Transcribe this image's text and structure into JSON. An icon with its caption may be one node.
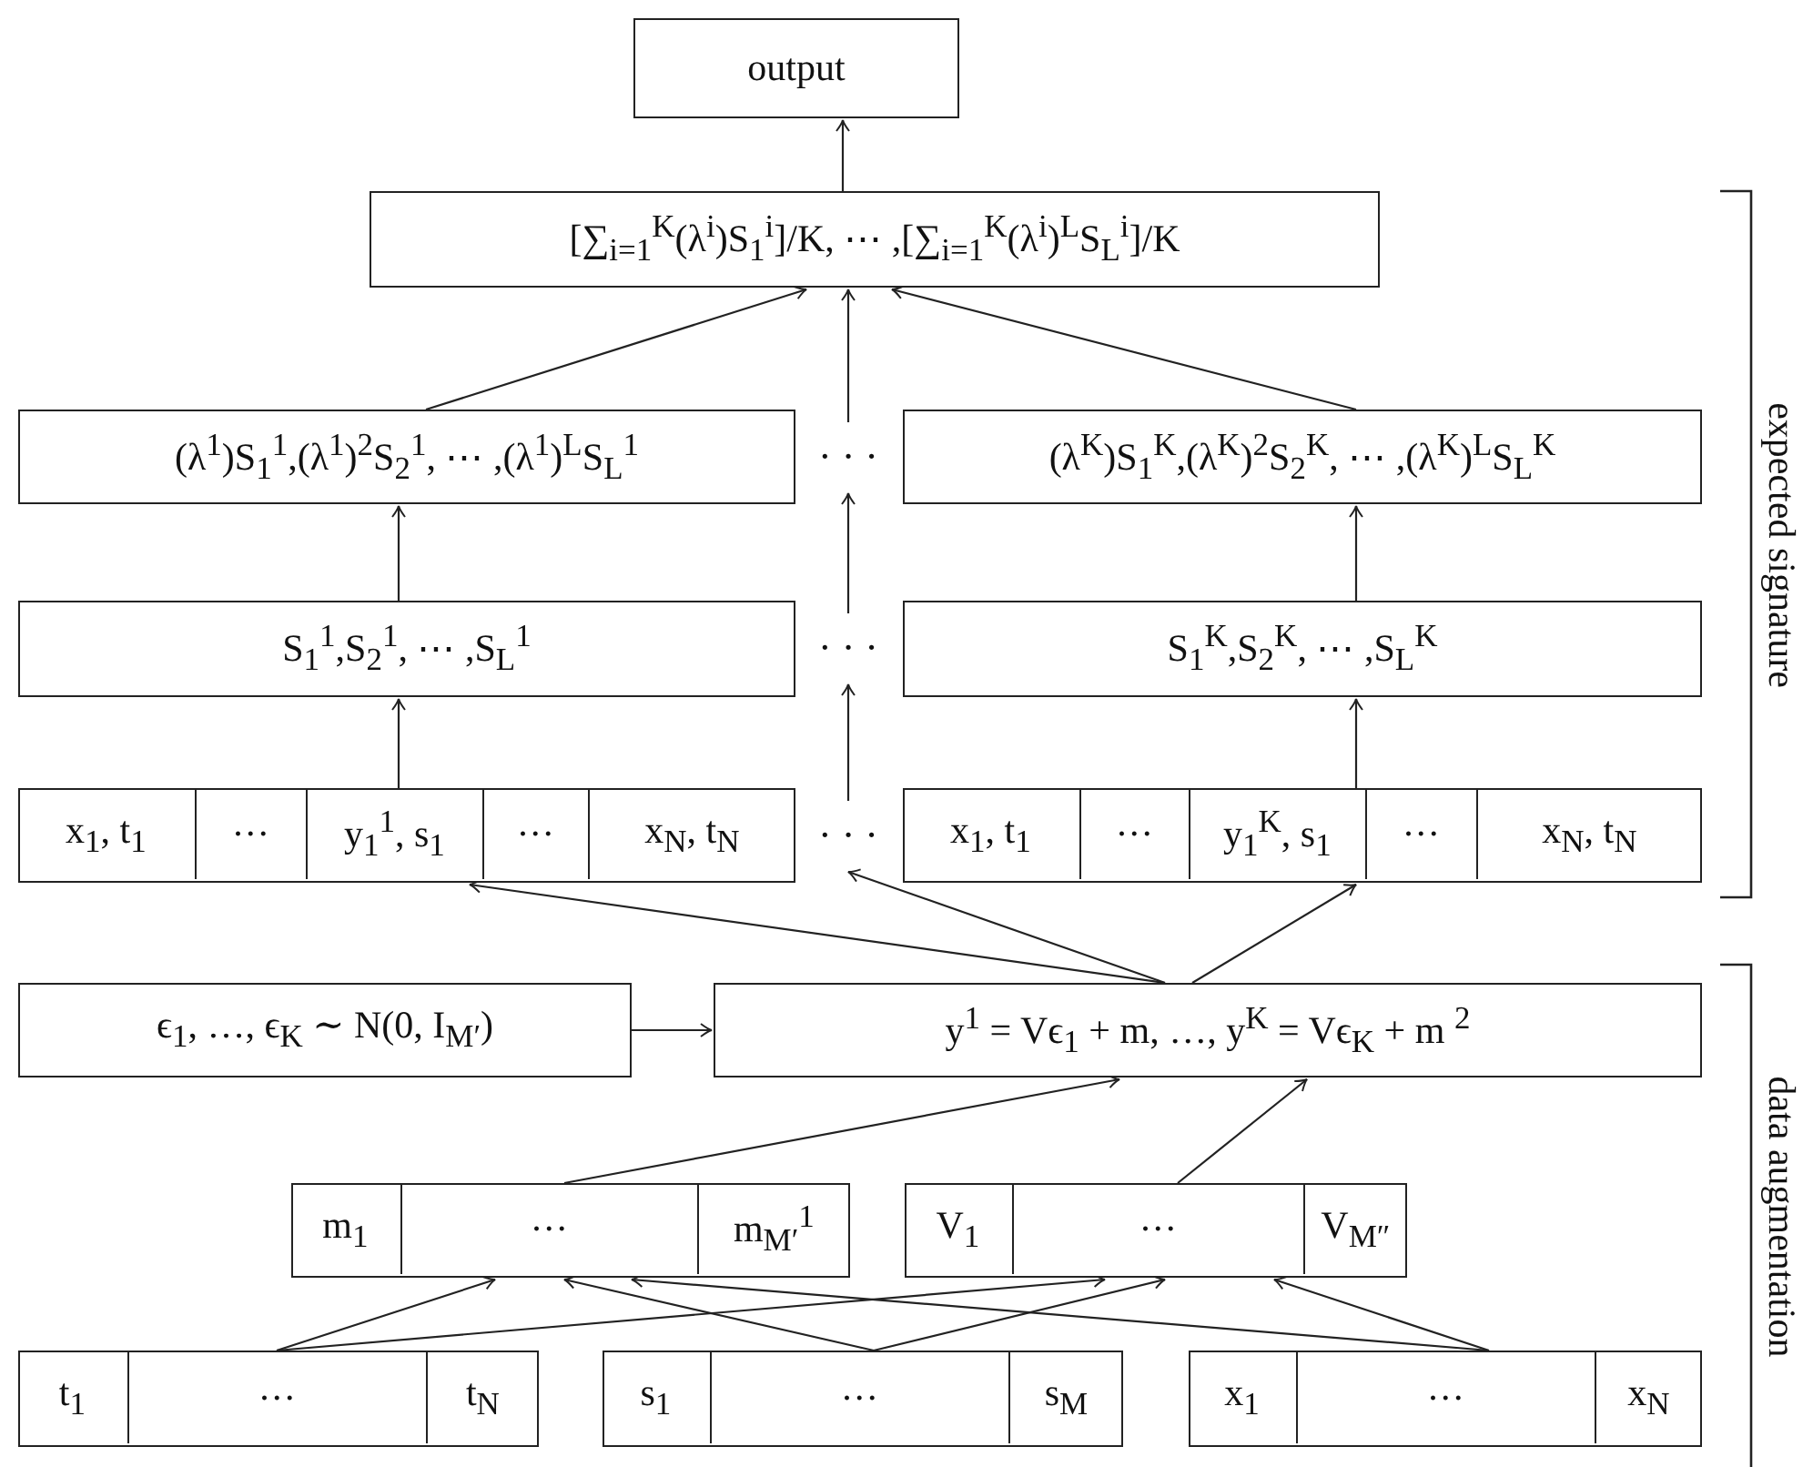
{
  "diagram": {
    "nodes": [
      {
        "text": [
          "output"
        ]
      },
      {
        "text": [
          "[∑$_{i=1}$$^{K}$(λ$^{i}$)S$_{1}$$^{i}$]/K, ⋯ ,[∑$_{i=1}$$^{K}$(λ$^{i}$)$^{L}$S$_{L}$$^{i}$]/K"
        ]
      },
      {
        "text": [
          "(λ$^{1}$)S$_{1}$$^{1}$,(λ$^{1}$)$^{2}$S$_{2}$$^{1}$, ⋯ ,(λ$^{1}$)$^{L}$S$_{L}$$^{1}$"
        ]
      },
      {
        "text": [
          "· · ·"
        ]
      },
      {
        "text": [
          "(λ$^{K}$)S$_{1}$$^{K}$,(λ$^{K}$)$^{2}$S$_{2}$$^{K}$, ⋯ ,(λ$^{K}$)$^{L}$S$_{L}$$^{K}$"
        ]
      },
      {
        "text": [
          "S$_{1}$$^{1}$,S$_{2}$$^{1}$, ⋯ ,S$_{L}$$^{1}$"
        ]
      },
      {
        "text": [
          "· · ·"
        ]
      },
      {
        "text": [
          "S$_{1}$$^{K}$,S$_{2}$$^{K}$, ⋯ ,S$_{L}$$^{K}$"
        ]
      },
      {
        "text": [],
        "shape": "box"
      },
      {
        "text": [
          "x$_{1}$, t$_{1}$"
        ],
        "in": 8
      },
      {
        "text": [
          "···"
        ],
        "in": 8
      },
      {
        "text": [
          "y$_{1}$$^{1}$, s$_{1}$"
        ],
        "in": 8
      },
      {
        "text": [
          "···"
        ],
        "in": 8
      },
      {
        "text": [
          "x$_{N}$, t$_{N}$"
        ],
        "in": 8
      },
      {
        "text": [
          "· · ·"
        ]
      },
      {
        "text": [],
        "shape": "box"
      },
      {
        "text": [
          "x$_{1}$, t$_{1}$"
        ],
        "in": 15
      },
      {
        "text": [
          "···"
        ],
        "in": 15
      },
      {
        "text": [
          "y$_{1}$$^{K}$, s$_{1}$"
        ],
        "in": 15
      },
      {
        "text": [
          "···"
        ],
        "in": 15
      },
      {
        "text": [
          "x$_{N}$, t$_{N}$"
        ],
        "in": 15
      },
      {
        "text": [
          "ϵ$_{1}$, …, ϵ$_{K}$ ∼ N(0, I$_{M′}$)"
        ]
      },
      {
        "text": [
          "y$^{1}$ = Vϵ$_{1}$ + m, …, y$^{K}$ = Vϵ$_{K}$ + m $^{2}$"
        ]
      },
      {
        "text": [],
        "shape": "box"
      },
      {
        "text": [
          "m$_{1}$"
        ],
        "in": 23
      },
      {
        "text": [
          "···"
        ],
        "in": 23
      },
      {
        "text": [
          "m$_{M′}$$^{1}$"
        ],
        "in": 23
      },
      {
        "text": [],
        "shape": "box"
      },
      {
        "text": [
          "V$_{1}$"
        ],
        "in": 27
      },
      {
        "text": [
          "···"
        ],
        "in": 27
      },
      {
        "text": [
          "V$_{M″}$"
        ],
        "in": 27
      },
      {
        "text": [],
        "shape": "box"
      },
      {
        "text": [
          "t$_{1}$"
        ],
        "in": 31
      },
      {
        "text": [
          "···"
        ],
        "in": 31
      },
      {
        "text": [
          "t$_{N}$"
        ],
        "in": 31
      },
      {
        "text": [],
        "shape": "box"
      },
      {
        "text": [
          "s$_{1}$"
        ],
        "in": 35
      },
      {
        "text": [
          "···"
        ],
        "in": 35
      },
      {
        "text": [
          "s$_{M}$"
        ],
        "in": 35
      },
      {
        "text": [],
        "shape": "box"
      },
      {
        "text": [
          "x$_{1}$"
        ],
        "in": 39
      },
      {
        "text": [
          "···"
        ],
        "in": 39
      },
      {
        "text": [
          "x$_{N}$"
        ],
        "in": 39
      }
    ],
    "edges": [
      {
        "from": 1,
        "to": 0,
        "arrow": "to"
      },
      {
        "from": 2,
        "to": 1,
        "arrow": "to"
      },
      {
        "from": 3,
        "to": 1,
        "arrow": "to"
      },
      {
        "from": 4,
        "to": 1,
        "arrow": "to"
      },
      {
        "from": 5,
        "to": 2,
        "arrow": "to"
      },
      {
        "from": 6,
        "to": 3,
        "arrow": "to"
      },
      {
        "from": 7,
        "to": 4,
        "arrow": "to"
      },
      {
        "from": 11,
        "to": 5,
        "arrow": "to"
      },
      {
        "from": 14,
        "to": 6,
        "arrow": "to"
      },
      {
        "from": 18,
        "to": 7,
        "arrow": "to"
      },
      {
        "from": 22,
        "to": 8,
        "arrow": "to"
      },
      {
        "from": 22,
        "to": 14,
        "arrow": "to"
      },
      {
        "from": 22,
        "to": 15,
        "arrow": "to"
      },
      {
        "from": 21,
        "to": 22,
        "arrow": "to"
      },
      {
        "from": 23,
        "to": 22,
        "arrow": "to"
      },
      {
        "from": 27,
        "to": 22,
        "arrow": "to"
      },
      {
        "from": 31,
        "to": 23,
        "arrow": "to"
      },
      {
        "from": 31,
        "to": 27,
        "arrow": "to"
      },
      {
        "from": 35,
        "to": 23,
        "arrow": "to"
      },
      {
        "from": 35,
        "to": 27,
        "arrow": "to"
      },
      {
        "from": 39,
        "to": 23,
        "arrow": "to"
      },
      {
        "from": 39,
        "to": 27,
        "arrow": "to"
      }
    ],
    "labels": [
      "expected signature",
      "data augmentation"
    ]
  }
}
